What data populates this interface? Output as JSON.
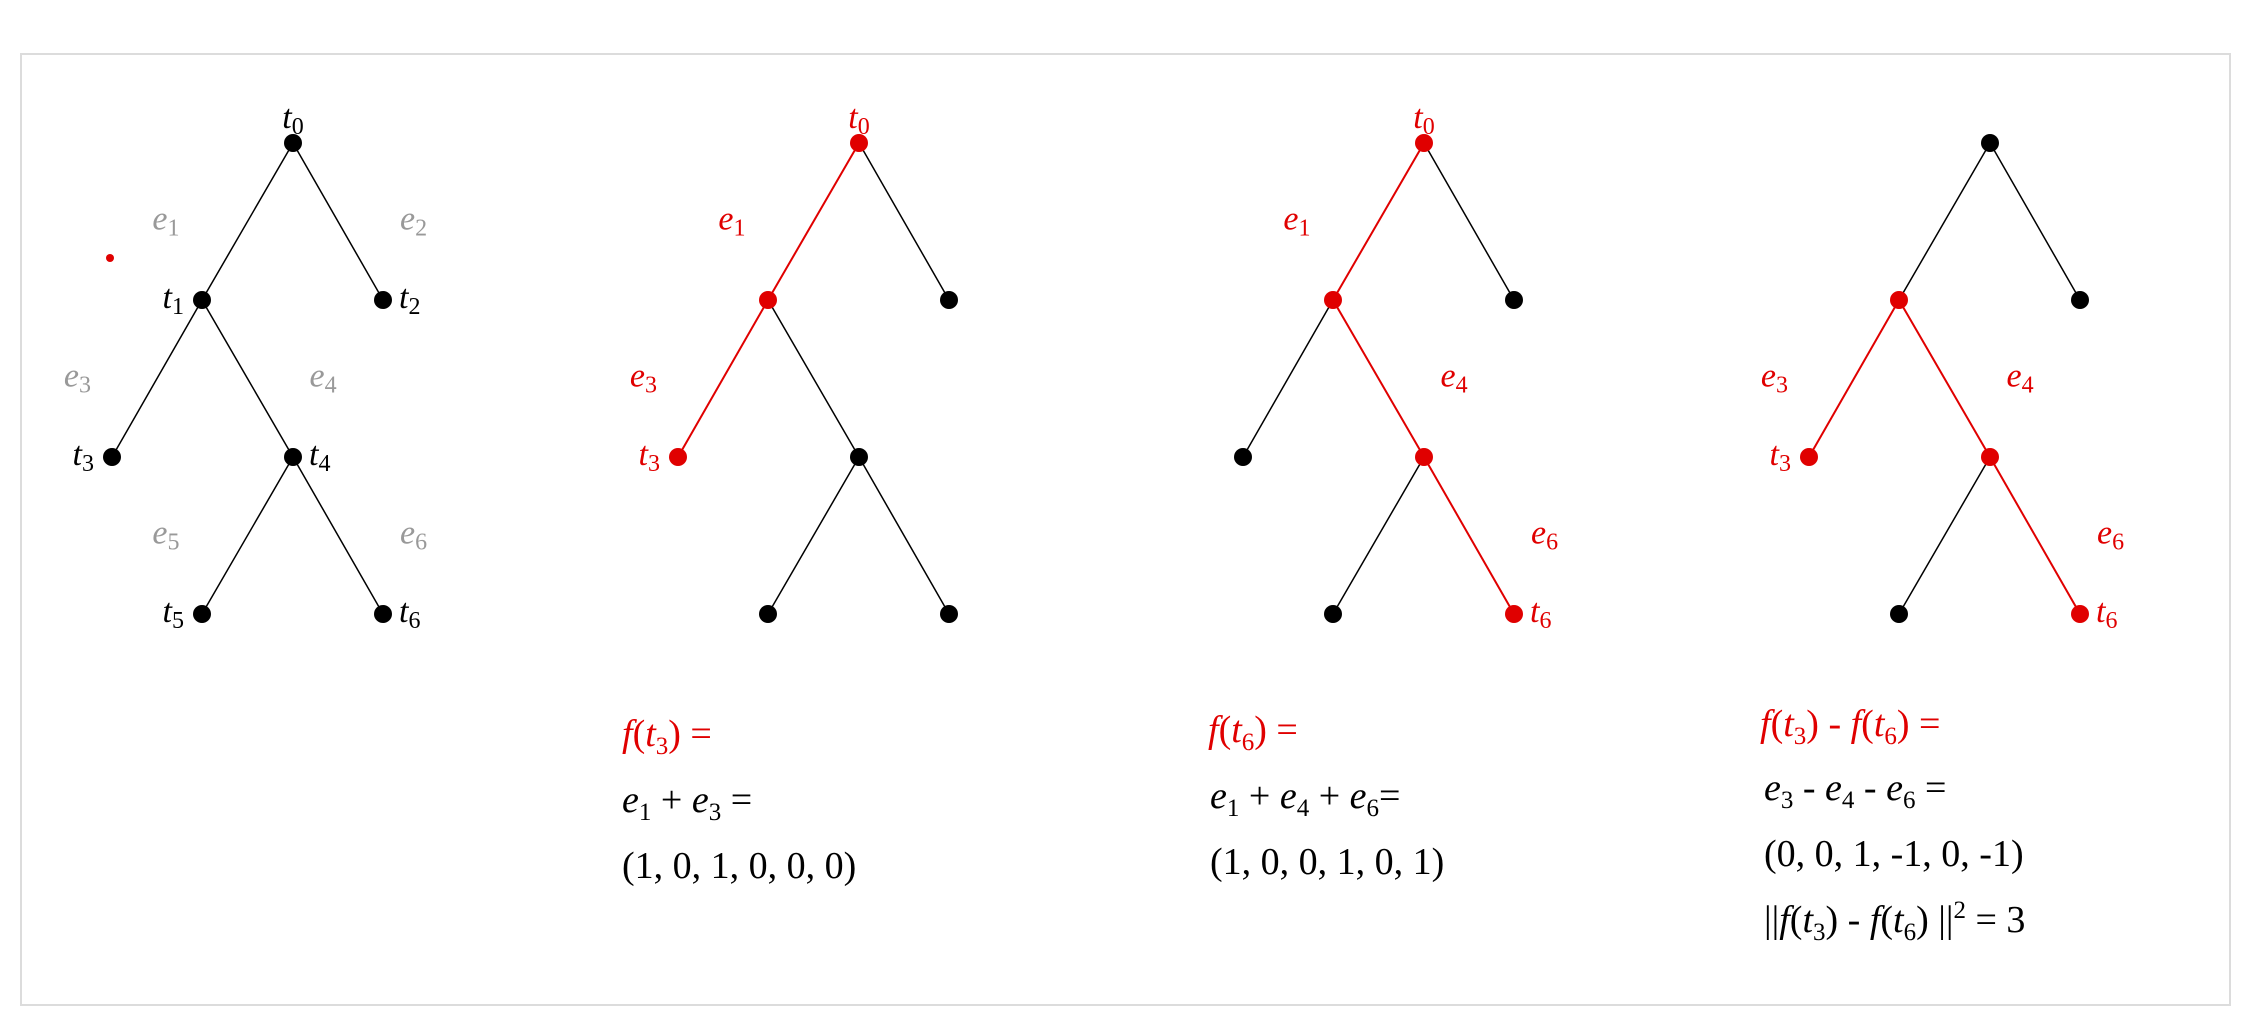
{
  "colors": {
    "highlight": "#e00000",
    "edge_label": "#999999",
    "default": "#000000",
    "frame": "#dcdcdc"
  },
  "node_labels": {
    "t0": {
      "base": "t",
      "sub": "0"
    },
    "t1": {
      "base": "t",
      "sub": "1"
    },
    "t2": {
      "base": "t",
      "sub": "2"
    },
    "t3": {
      "base": "t",
      "sub": "3"
    },
    "t4": {
      "base": "t",
      "sub": "4"
    },
    "t5": {
      "base": "t",
      "sub": "5"
    },
    "t6": {
      "base": "t",
      "sub": "6"
    }
  },
  "edge_labels": {
    "e1": {
      "base": "e",
      "sub": "1"
    },
    "e2": {
      "base": "e",
      "sub": "2"
    },
    "e3": {
      "base": "e",
      "sub": "3"
    },
    "e4": {
      "base": "e",
      "sub": "4"
    },
    "e5": {
      "base": "e",
      "sub": "5"
    },
    "e6": {
      "base": "e",
      "sub": "6"
    }
  },
  "panels": [
    {
      "name": "reference-tree",
      "highlight_nodes": [],
      "highlight_edges": [],
      "shown_node_labels": [
        "t0",
        "t1",
        "t2",
        "t3",
        "t4",
        "t5",
        "t6"
      ],
      "shown_edge_labels": [
        "e1",
        "e2",
        "e3",
        "e4",
        "e5",
        "e6"
      ],
      "edge_label_style": "gray"
    },
    {
      "name": "path-t3",
      "highlight_nodes": [
        "t0",
        "t1",
        "t3"
      ],
      "highlight_edges": [
        "e1",
        "e3"
      ],
      "shown_node_labels": [
        "t0",
        "t3"
      ],
      "shown_edge_labels": [
        "e1",
        "e3"
      ],
      "edge_label_style": "red",
      "formula": {
        "line1": {
          "f": "f",
          "open": "(",
          "t": "t",
          "sub": "3",
          "close": ") ="
        },
        "line2": [
          {
            "e": "e",
            "sub": "1",
            "op": " + "
          },
          {
            "e": "e",
            "sub": "3",
            "op": " ="
          }
        ],
        "line3": "(1, 0, 1, 0, 0, 0)"
      }
    },
    {
      "name": "path-t6",
      "highlight_nodes": [
        "t0",
        "t1",
        "t4",
        "t6"
      ],
      "highlight_edges": [
        "e1",
        "e4",
        "e6"
      ],
      "shown_node_labels": [
        "t0",
        "t6"
      ],
      "shown_edge_labels": [
        "e1",
        "e4",
        "e6"
      ],
      "edge_label_style": "red",
      "formula": {
        "line1": {
          "f": "f",
          "open": "(",
          "t": "t",
          "sub": "6",
          "close": ") ="
        },
        "line2": [
          {
            "e": "e",
            "sub": "1",
            "op": " + "
          },
          {
            "e": "e",
            "sub": "4",
            "op": " + "
          },
          {
            "e": "e",
            "sub": "6",
            "op": "="
          }
        ],
        "line3": "(1, 0, 0, 1, 0, 1)"
      }
    },
    {
      "name": "difference",
      "highlight_nodes": [
        "t1",
        "t3",
        "t4",
        "t6"
      ],
      "highlight_edges": [
        "e3",
        "e4",
        "e6"
      ],
      "shown_node_labels": [
        "t3",
        "t6"
      ],
      "shown_edge_labels": [
        "e3",
        "e4",
        "e6"
      ],
      "edge_label_style": "red",
      "formula": {
        "line1": {
          "a_f": "f",
          "a_t": "t",
          "a_sub": "3",
          "minus": " - ",
          "b_f": "f",
          "b_t": "t",
          "b_sub": "6",
          "close": ") ="
        },
        "line2": [
          {
            "e": "e",
            "sub": "3",
            "op": " - "
          },
          {
            "e": "e",
            "sub": "4",
            "op": " - "
          },
          {
            "e": "e",
            "sub": "6",
            "op": " ="
          }
        ],
        "line3": "(0, 0, 1, -1, 0, -1)",
        "line4": {
          "open_norm": "||",
          "f1": "f",
          "t1": "t",
          "s1": "3",
          "minus": " - ",
          "f2": "f",
          "t2": "t",
          "s2": "6",
          "close_norm": "||",
          "sup": "2",
          "eq": " = 3"
        }
      }
    }
  ]
}
